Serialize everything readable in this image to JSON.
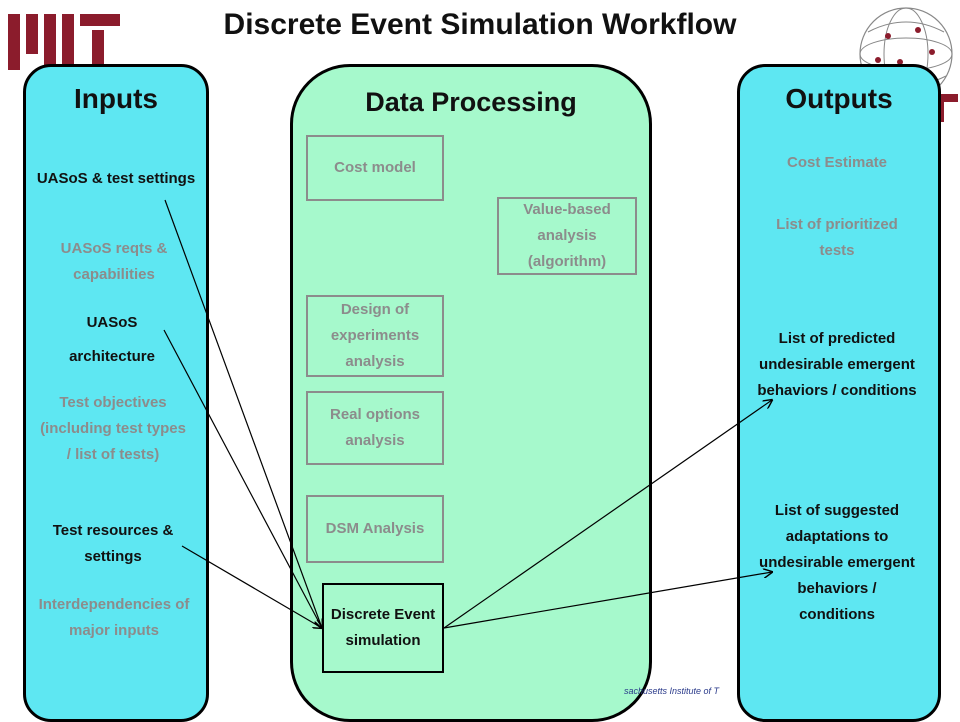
{
  "title": "Discrete Event Simulation Workflow",
  "footer": "sachusetts Institute of T",
  "inputs": {
    "heading": "Inputs",
    "items": [
      "UASoS  & test settings",
      "UASoS  reqts & capabilities",
      "UASoS",
      "architecture",
      "Test objectives (including test types / list of tests)",
      "Test resources & settings",
      "Interdependencies of major inputs"
    ]
  },
  "processing": {
    "heading": "Data Processing",
    "boxes": [
      "Cost model",
      "Value-based analysis (algorithm)",
      "Design of experiments analysis",
      "Real options analysis",
      "DSM Analysis",
      "Discrete Event simulation"
    ]
  },
  "outputs": {
    "heading": "Outputs",
    "items": [
      "Cost Estimate",
      "List of prioritized tests",
      "List of predicted undesirable emergent behaviors / conditions",
      "List of suggested adaptations to undesirable emergent behaviors / conditions"
    ]
  },
  "colors": {
    "io_panel": "#5ee7f2",
    "processing_panel": "#a6f9cc",
    "muted_text": "#8c8c8c",
    "logo_red": "#8b1c2c"
  }
}
